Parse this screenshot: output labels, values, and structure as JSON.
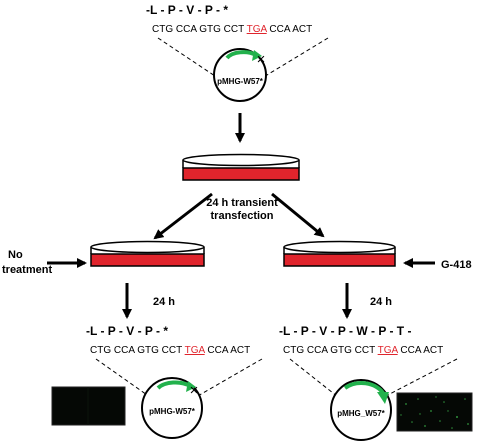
{
  "colors": {
    "medium": "#e0242c",
    "gfp_arrow": "#22b14c",
    "stop_codon": "#e0242c",
    "line": "#000000"
  },
  "top": {
    "aa_seq": "-L - P - V - P -  *",
    "dna_pre": "CTG CCA GTG CCT ",
    "dna_stop": "TGA",
    "dna_post": " CCA ACT",
    "plasmid": "pMHG-W57*"
  },
  "transfection_label_1": "24 h transient",
  "transfection_label_2": "transfection",
  "left": {
    "treatment_1": "No",
    "treatment_2": "treatment",
    "time": "24 h",
    "aa_seq": "-L - P - V - P -  *",
    "dna_pre": "CTG CCA GTG CCT ",
    "dna_stop": "TGA",
    "dna_post": " CCA ACT",
    "plasmid": "pMHG-W57*"
  },
  "right": {
    "treatment": "G-418",
    "time": "24 h",
    "aa_seq": "-L - P - V - P -  W - P - T -",
    "dna_pre": "CTG CCA GTG CCT ",
    "dna_stop": "TGA",
    "dna_post": " CCA ACT",
    "plasmid": "pMHG_W57*"
  }
}
